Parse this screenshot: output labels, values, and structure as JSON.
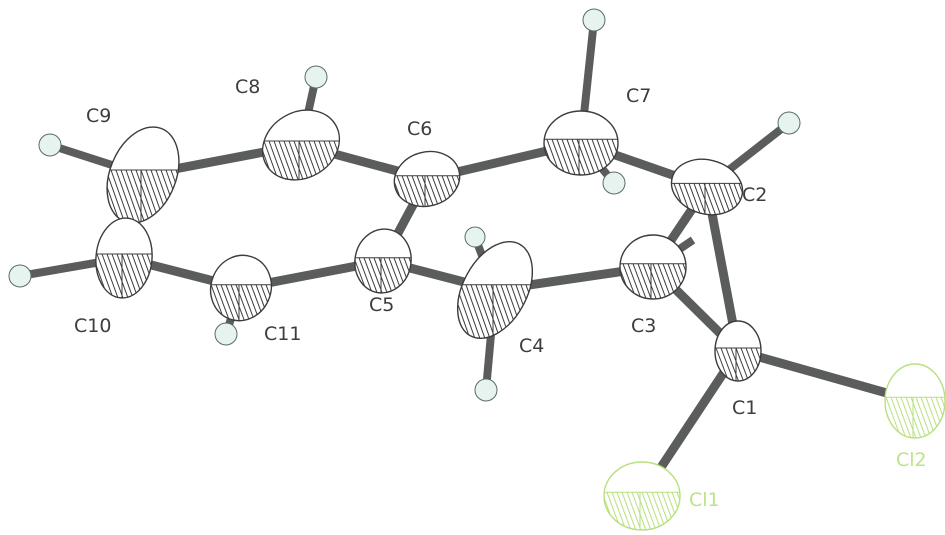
{
  "atom_labels": {
    "C1": "C1",
    "C2": "C2",
    "C3": "C3",
    "C4": "C4",
    "C5": "C5",
    "C6": "C6",
    "C7": "C7",
    "C8": "C8",
    "C9": "C9",
    "C10": "C10",
    "C11": "C11",
    "Cl1": "Cl1",
    "Cl2": "Cl2"
  },
  "colors": {
    "carbon_outline": "#3c3c3c",
    "chlorine_outline": "#b9e07f",
    "bond": "#5b5d5d",
    "hydrogen": "#e6f3ee",
    "label": "#3d3d3d",
    "chlorine_label": "#bde38a"
  }
}
